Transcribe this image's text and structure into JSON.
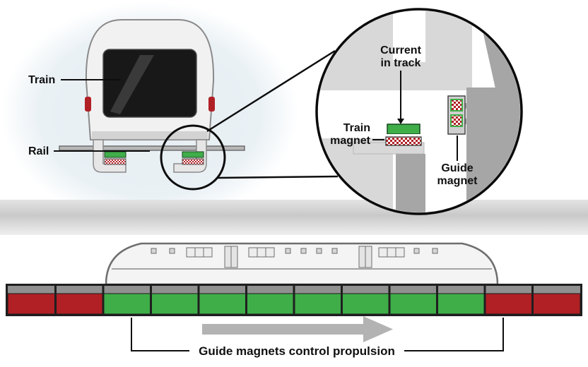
{
  "diagram": {
    "front_view": {
      "train_label": "Train",
      "rail_label": "Rail"
    },
    "zoom_inset": {
      "current_label_line1": "Current",
      "current_label_line2": "in track",
      "train_magnet_line1": "Train",
      "train_magnet_line2": "magnet",
      "guide_magnet_line1": "Guide",
      "guide_magnet_line2": "magnet"
    },
    "bottom_view": {
      "caption": "Guide magnets control propulsion"
    },
    "colors": {
      "magnet_green": "#3fae49",
      "magnet_red": "#b02025",
      "track_frame": "#1f1f1f",
      "track_strip": "#909090",
      "arrow_gray": "#b3b3b3"
    },
    "track": {
      "segments": [
        {
          "color": "#b02025"
        },
        {
          "color": "#b02025"
        },
        {
          "color": "#3fae49"
        },
        {
          "color": "#3fae49"
        },
        {
          "color": "#3fae49"
        },
        {
          "color": "#3fae49"
        },
        {
          "color": "#3fae49"
        },
        {
          "color": "#3fae49"
        },
        {
          "color": "#3fae49"
        },
        {
          "color": "#3fae49"
        },
        {
          "color": "#b02025"
        },
        {
          "color": "#b02025"
        }
      ]
    }
  }
}
